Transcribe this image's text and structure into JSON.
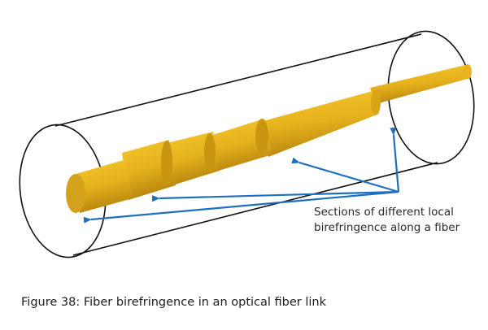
{
  "figure": {
    "annotation_line1": "Sections of different local",
    "annotation_line2": "birefringence along a fiber",
    "caption": "Figure 38: Fiber birefringence in an optical fiber link"
  },
  "colors": {
    "fiber_core": "#e8b51e",
    "fiber_shadow": "#b88a10",
    "cladding_outline": "#111111",
    "arrow": "#1f6fbf"
  }
}
